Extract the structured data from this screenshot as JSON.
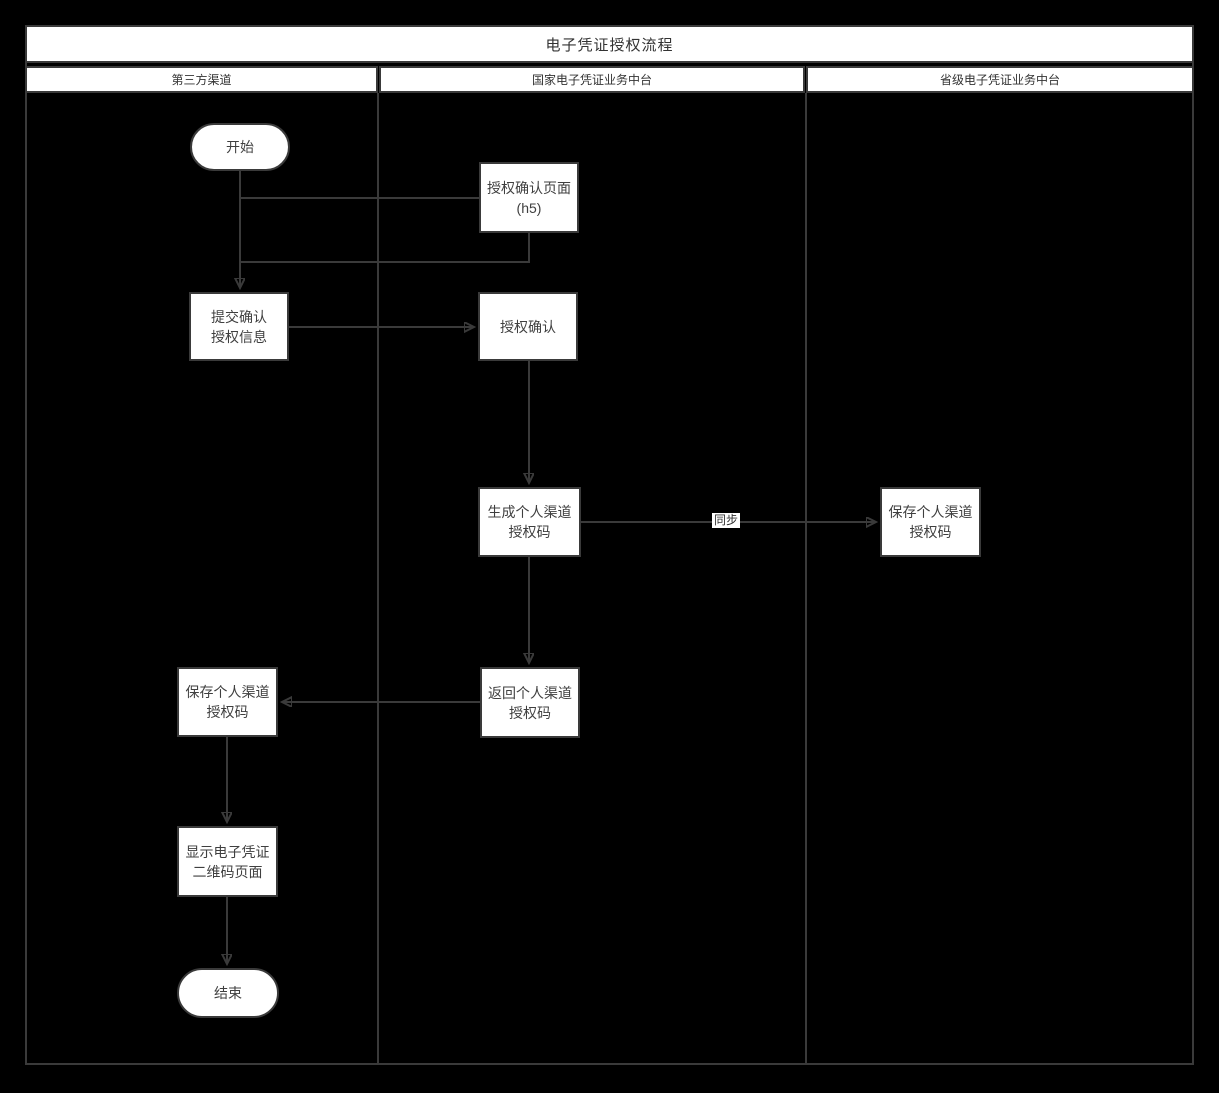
{
  "colors": {
    "background": "#000000",
    "surface": "#ffffff",
    "line": "#3a3a3a",
    "text": "#3f3f3f"
  },
  "diagram": {
    "title": "电子凭证授权流程",
    "lanes": [
      {
        "label": "第三方渠道"
      },
      {
        "label": "国家电子凭证业务中台"
      },
      {
        "label": "省级电子凭证业务中台"
      }
    ],
    "nodes": [
      {
        "id": "start",
        "type": "terminator",
        "lane": "第三方渠道",
        "label": "开始"
      },
      {
        "id": "auth-confirm-page",
        "type": "process",
        "lane": "国家电子凭证业务中台",
        "label": "授权确认页面\n(h5)"
      },
      {
        "id": "submit-auth-info",
        "type": "process",
        "lane": "第三方渠道",
        "label": "提交确认\n授权信息"
      },
      {
        "id": "auth-confirm",
        "type": "process",
        "lane": "国家电子凭证业务中台",
        "label": "授权确认"
      },
      {
        "id": "generate-channel-code",
        "type": "process",
        "lane": "国家电子凭证业务中台",
        "label": "生成个人渠道\n授权码"
      },
      {
        "id": "save-channel-code-provincial",
        "type": "process",
        "lane": "省级电子凭证业务中台",
        "label": "保存个人渠道\n授权码"
      },
      {
        "id": "return-channel-code",
        "type": "process",
        "lane": "国家电子凭证业务中台",
        "label": "返回个人渠道\n授权码"
      },
      {
        "id": "save-channel-code-thirdparty",
        "type": "process",
        "lane": "第三方渠道",
        "label": "保存个人渠道\n授权码"
      },
      {
        "id": "display-qr-page",
        "type": "process",
        "lane": "第三方渠道",
        "label": "显示电子凭证\n二维码页面"
      },
      {
        "id": "end",
        "type": "terminator",
        "lane": "第三方渠道",
        "label": "结束"
      }
    ],
    "edges": [
      {
        "from": "start",
        "to": "auth-confirm-page",
        "label": ""
      },
      {
        "from": "auth-confirm-page",
        "to": "submit-auth-info",
        "label": ""
      },
      {
        "from": "submit-auth-info",
        "to": "auth-confirm",
        "label": ""
      },
      {
        "from": "auth-confirm",
        "to": "generate-channel-code",
        "label": ""
      },
      {
        "from": "generate-channel-code",
        "to": "save-channel-code-provincial",
        "label": "同步"
      },
      {
        "from": "generate-channel-code",
        "to": "return-channel-code",
        "label": ""
      },
      {
        "from": "return-channel-code",
        "to": "save-channel-code-thirdparty",
        "label": ""
      },
      {
        "from": "save-channel-code-thirdparty",
        "to": "display-qr-page",
        "label": ""
      },
      {
        "from": "display-qr-page",
        "to": "end",
        "label": ""
      }
    ]
  }
}
